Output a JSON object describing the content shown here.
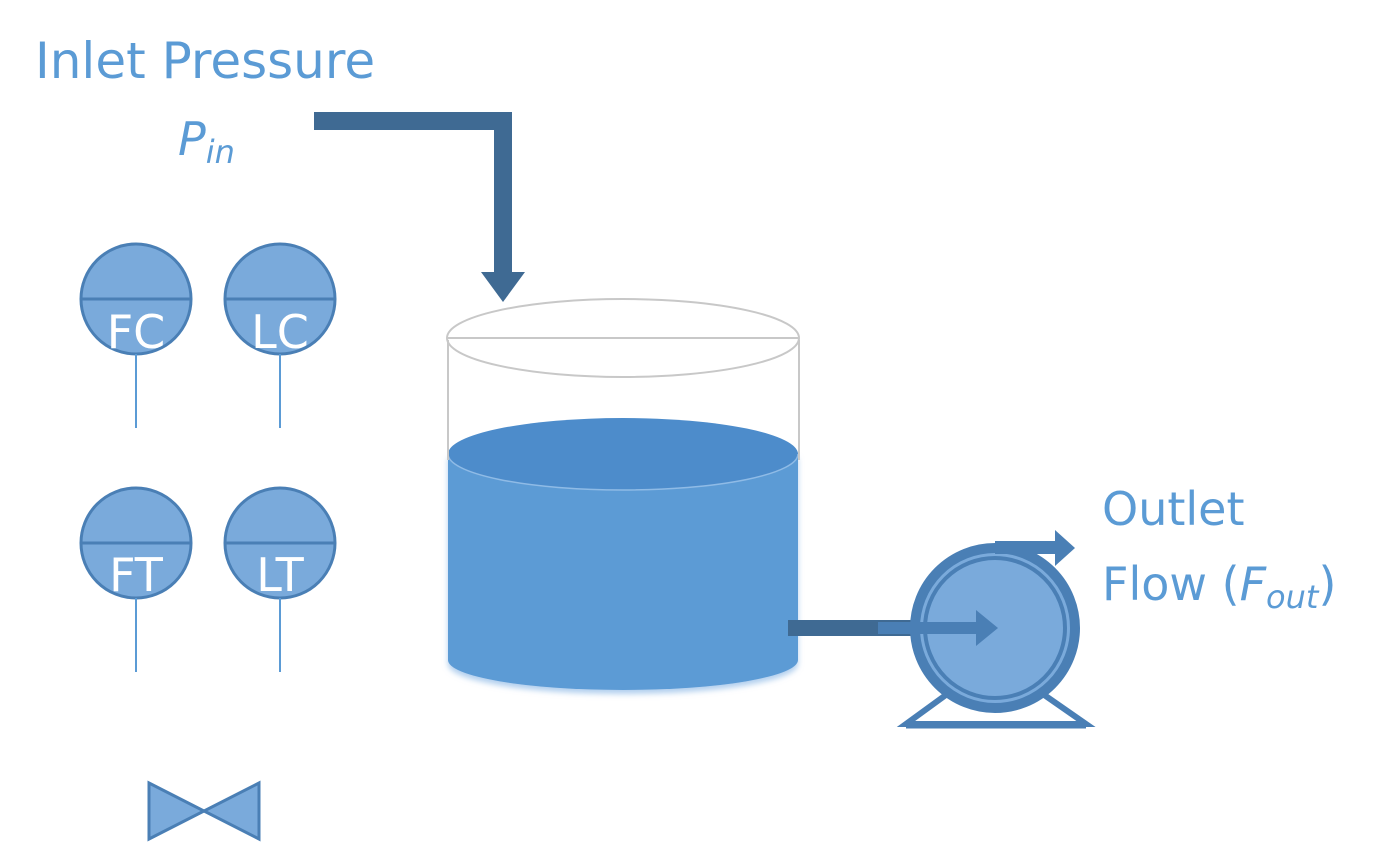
{
  "labels": {
    "inlet_title": "Inlet Pressure",
    "inlet_symbol": "P",
    "inlet_subscript": "in",
    "outlet_line1": "Outlet",
    "outlet_flow_word": "Flow (",
    "outlet_symbol": "F",
    "outlet_subscript": "out",
    "outlet_close": ")"
  },
  "instruments": [
    {
      "tag": "FC"
    },
    {
      "tag": "LC"
    },
    {
      "tag": "FT"
    },
    {
      "tag": "LT"
    }
  ],
  "colors": {
    "pipe": "#3f6a93",
    "text": "#5b9bd5",
    "liquid": "#5b9bd5",
    "instrument_fill": "#7aaadb",
    "instrument_stroke": "#4a7fb5",
    "pump_fill": "#7aaadb",
    "pump_stroke": "#4a7fb5",
    "tank_outline": "#c8c8c8"
  }
}
